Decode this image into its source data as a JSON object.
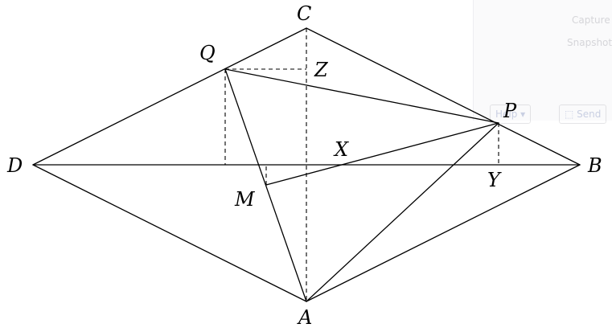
{
  "background_ui": {
    "line1": "Capture",
    "line2": "Snapshot",
    "help_label": "Help",
    "send_label": "Send"
  },
  "diagram": {
    "stroke_color": "#000000",
    "labels": {
      "C": "C",
      "Q": "Q",
      "Z": "Z",
      "P": "P",
      "D": "D",
      "X": "X",
      "B": "B",
      "M": "M",
      "Y": "Y",
      "A": "A"
    }
  }
}
